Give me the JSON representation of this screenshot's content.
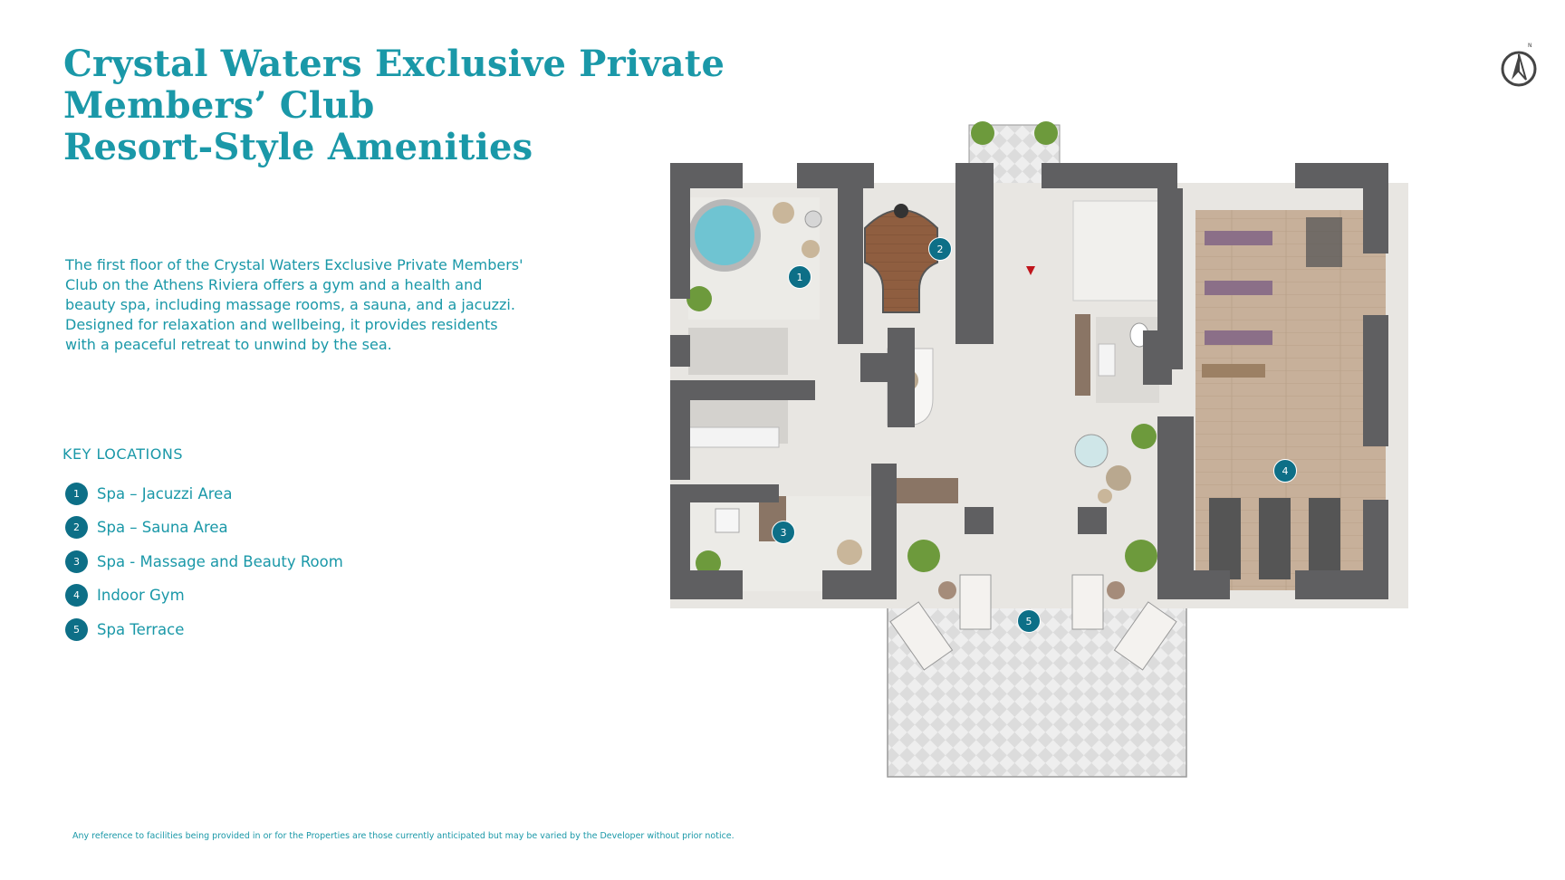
{
  "title_lines": [
    "Crystal Waters Exclusive Private",
    "Members’ Club",
    "Resort-Style Amenities"
  ],
  "description": "The first floor of the Crystal Waters Exclusive Private Members' Club on the Athens Riviera offers a gym and a health and beauty spa, including massage rooms, a sauna, and a jacuzzi. Designed for relaxation and wellbeing, it provides residents with a peaceful retreat to unwind by the sea.",
  "key_heading": "KEY LOCATIONS",
  "locations": [
    {
      "number": "1",
      "label": "Spa – Jacuzzi Area"
    },
    {
      "number": "2",
      "label": "Spa – Sauna Area"
    },
    {
      "number": "3",
      "label": "Spa - Massage and Beauty Room"
    },
    {
      "number": "4",
      "label": "Indoor Gym"
    },
    {
      "number": "5",
      "label": "Spa Terrace"
    }
  ],
  "compass_label": "N",
  "disclaimer": "Any reference to facilities being provided in or for the Properties are those currently anticipated but may be varied by the Developer without prior notice.",
  "colors": {
    "accent": "#1a98a8",
    "badge": "#0d6f87",
    "wall": "#5f5f61",
    "floor": "#e9e7e3",
    "gym_floor": "#c4ad96",
    "sauna_wood": "#8a5a3c",
    "jacuzzi_water": "#6fc4d2",
    "you_are_here": "#c0151c"
  }
}
